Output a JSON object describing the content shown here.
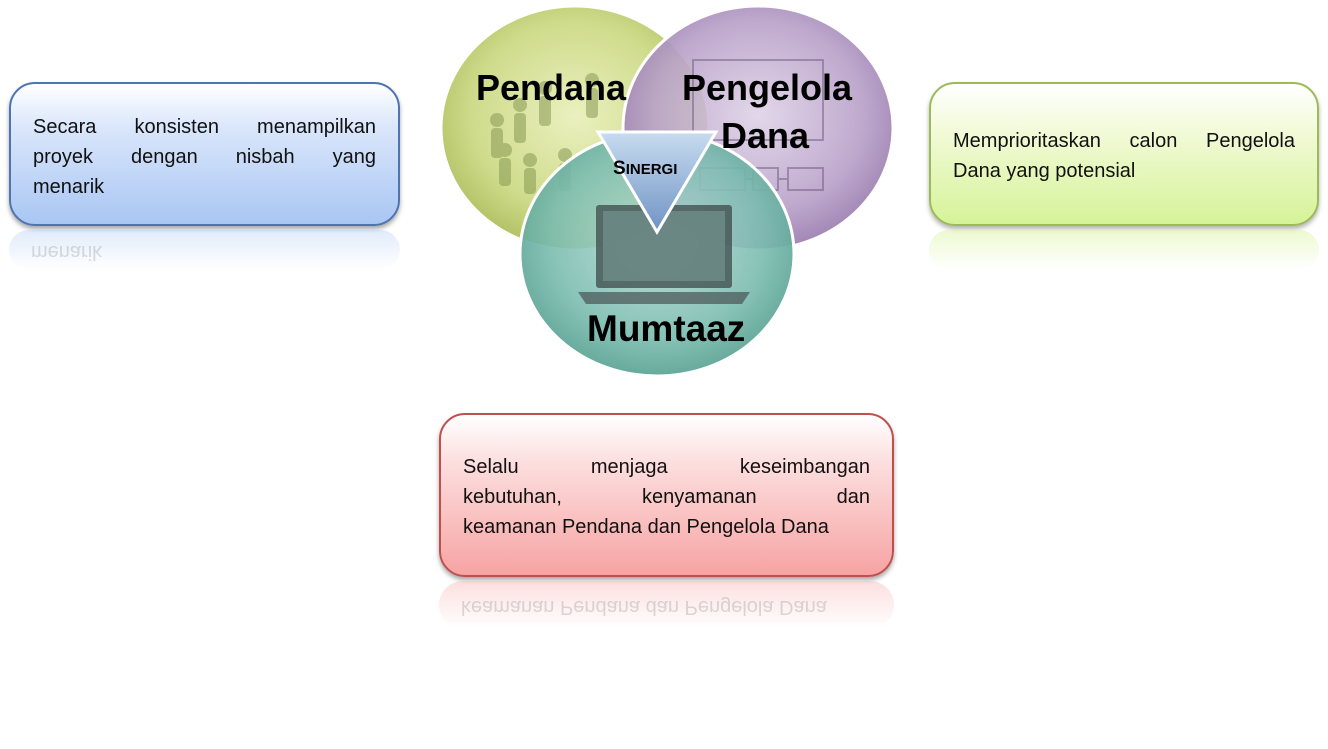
{
  "venn": {
    "circle_pendana": {
      "label": "Pendana",
      "color": "#c9d77e"
    },
    "circle_pengelola": {
      "label_line1": "Pengelola",
      "label_line2": "Dana",
      "color": "#b8a0c8"
    },
    "circle_mumtaaz": {
      "label": "Mumtaaz",
      "color": "#7bbcb0"
    },
    "center": {
      "label_initial": "S",
      "label_rest": "INERGI",
      "color": "#8fb3d9"
    }
  },
  "boxes": {
    "left": {
      "lines": [
        "Secara konsisten menampilkan",
        "proyek dengan nisbah yang",
        "menarik"
      ],
      "reflection_text": "menarik",
      "color": "#a9c6f3"
    },
    "right": {
      "lines": [
        "Memprioritaskan calon Pengelola",
        "Dana yang potensial"
      ],
      "color": "#d6f398"
    },
    "bottom": {
      "lines": [
        "Selalu menjaga keseimbangan",
        "kebutuhan, kenyamanan dan",
        "keamanan Pendana dan Pengelola Dana"
      ],
      "reflection_text": "keamanan Pendana dan Pengelola Dana",
      "color": "#f7a3a3"
    }
  }
}
